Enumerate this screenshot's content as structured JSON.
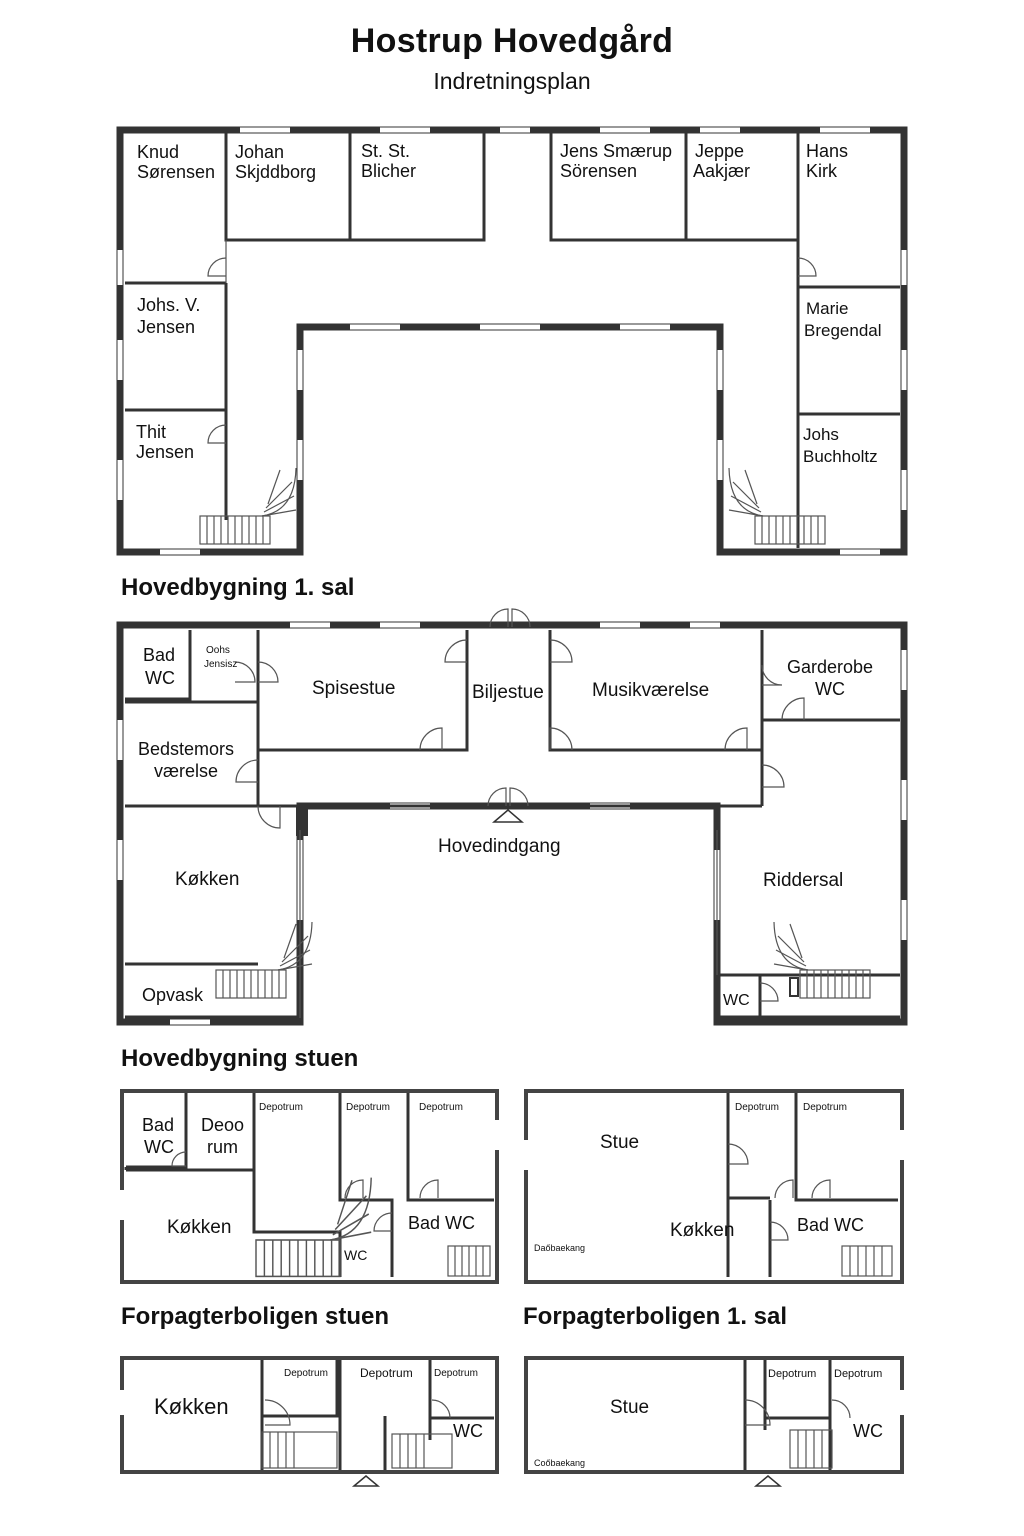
{
  "header": {
    "title": "Hostrup Hovedgård",
    "subtitle": "Indretningsplan"
  },
  "sections": {
    "first_floor": "Hovedbygning 1. sal",
    "ground_floor": "Hovedbygning stuen",
    "tenant_ground": "Forpagterboligen stuen",
    "tenant_first": "Forpagterboligen 1. sal"
  },
  "first_floor_rooms": {
    "knud_1": "Knud",
    "knud_2": "Sørensen",
    "johan_1": "Johan",
    "johan_2": "Skjddborg",
    "blicher_1": "St. St.",
    "blicher_2": "Blicher",
    "jens_1": "Jens Smærup",
    "jens_2": "Sörensen",
    "jeppe_1": "Jeppe",
    "jeppe_2": "Aakjær",
    "hans_1": "Hans",
    "hans_2": "Kirk",
    "johsv_1": "Johs. V.",
    "johsv_2": "Jensen",
    "marie_1": "Marie",
    "marie_2": "Bregendal",
    "thit_1": "Thit",
    "thit_2": "Jensen",
    "johsb_1": "Johs",
    "johsb_2": "Buchholtz"
  },
  "ground_floor_rooms": {
    "bad_1": "Bad",
    "bad_2": "WC",
    "oohs_1": "Oohs",
    "oohs_2": "Jensisz",
    "spisestue": "Spisestue",
    "biljestue": "Biljestue",
    "musik": "Musikværelse",
    "garderobe_1": "Garderobe",
    "garderobe_2": "WC",
    "bedstemor_1": "Bedstemors",
    "bedstemor_2": "værelse",
    "hovedindgang": "Hovedindgang",
    "kokken": "Køkken",
    "riddersal": "Riddersal",
    "opvask": "Opvask",
    "wc": "WC"
  },
  "tenant_ground_rooms": {
    "bad_1": "Bad",
    "bad_2": "WC",
    "deoo_1": "Deoo",
    "deoo_2": "rum",
    "depot_1": "Depotrum",
    "depot_2": "Depotrum",
    "depot_3": "Depotrum",
    "kokken": "Køkken",
    "wc": "WC",
    "badwc": "Bad WC"
  },
  "tenant_first_rooms": {
    "stue": "Stue",
    "depot_1": "Depotrum",
    "depot_2": "Depotrum",
    "kokken": "Køkken",
    "badwc": "Bad WC",
    "gang": "Daőbaekang"
  },
  "bottom_left_rooms": {
    "kokken": "Køkken",
    "depot_1": "Depotrum",
    "depot_2": "Depotrum",
    "depot_3": "Depotrum",
    "wc": "WC"
  },
  "bottom_right_rooms": {
    "stue": "Stue",
    "depot_1": "Depotrum",
    "depot_2": "Depotrum",
    "wc": "WC",
    "gang": "Coőbaekang"
  }
}
